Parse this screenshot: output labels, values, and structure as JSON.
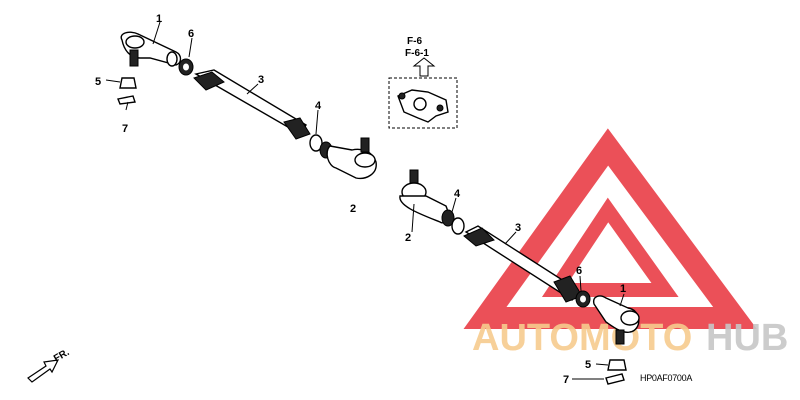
{
  "watermark": {
    "brand_part1": "AUTOMOTO",
    "brand_part2": "HUB",
    "triangle_color": "#e8323c",
    "brand_color_1": "#f5c27a",
    "brand_color_2": "#bdbdbd"
  },
  "reference": {
    "line1": "F-6",
    "line2": "F-6-1"
  },
  "direction": {
    "label": "FR."
  },
  "diagram_code": "HP0AF0700A",
  "callouts": {
    "c1a": "1",
    "c6a": "6",
    "c3a": "3",
    "c4a": "4",
    "c5a": "5",
    "c7a": "7",
    "c2a": "2",
    "c2b": "2",
    "c4b": "4",
    "c3b": "3",
    "c6b": "6",
    "c1b": "1",
    "c5b": "5",
    "c7b": "7"
  }
}
